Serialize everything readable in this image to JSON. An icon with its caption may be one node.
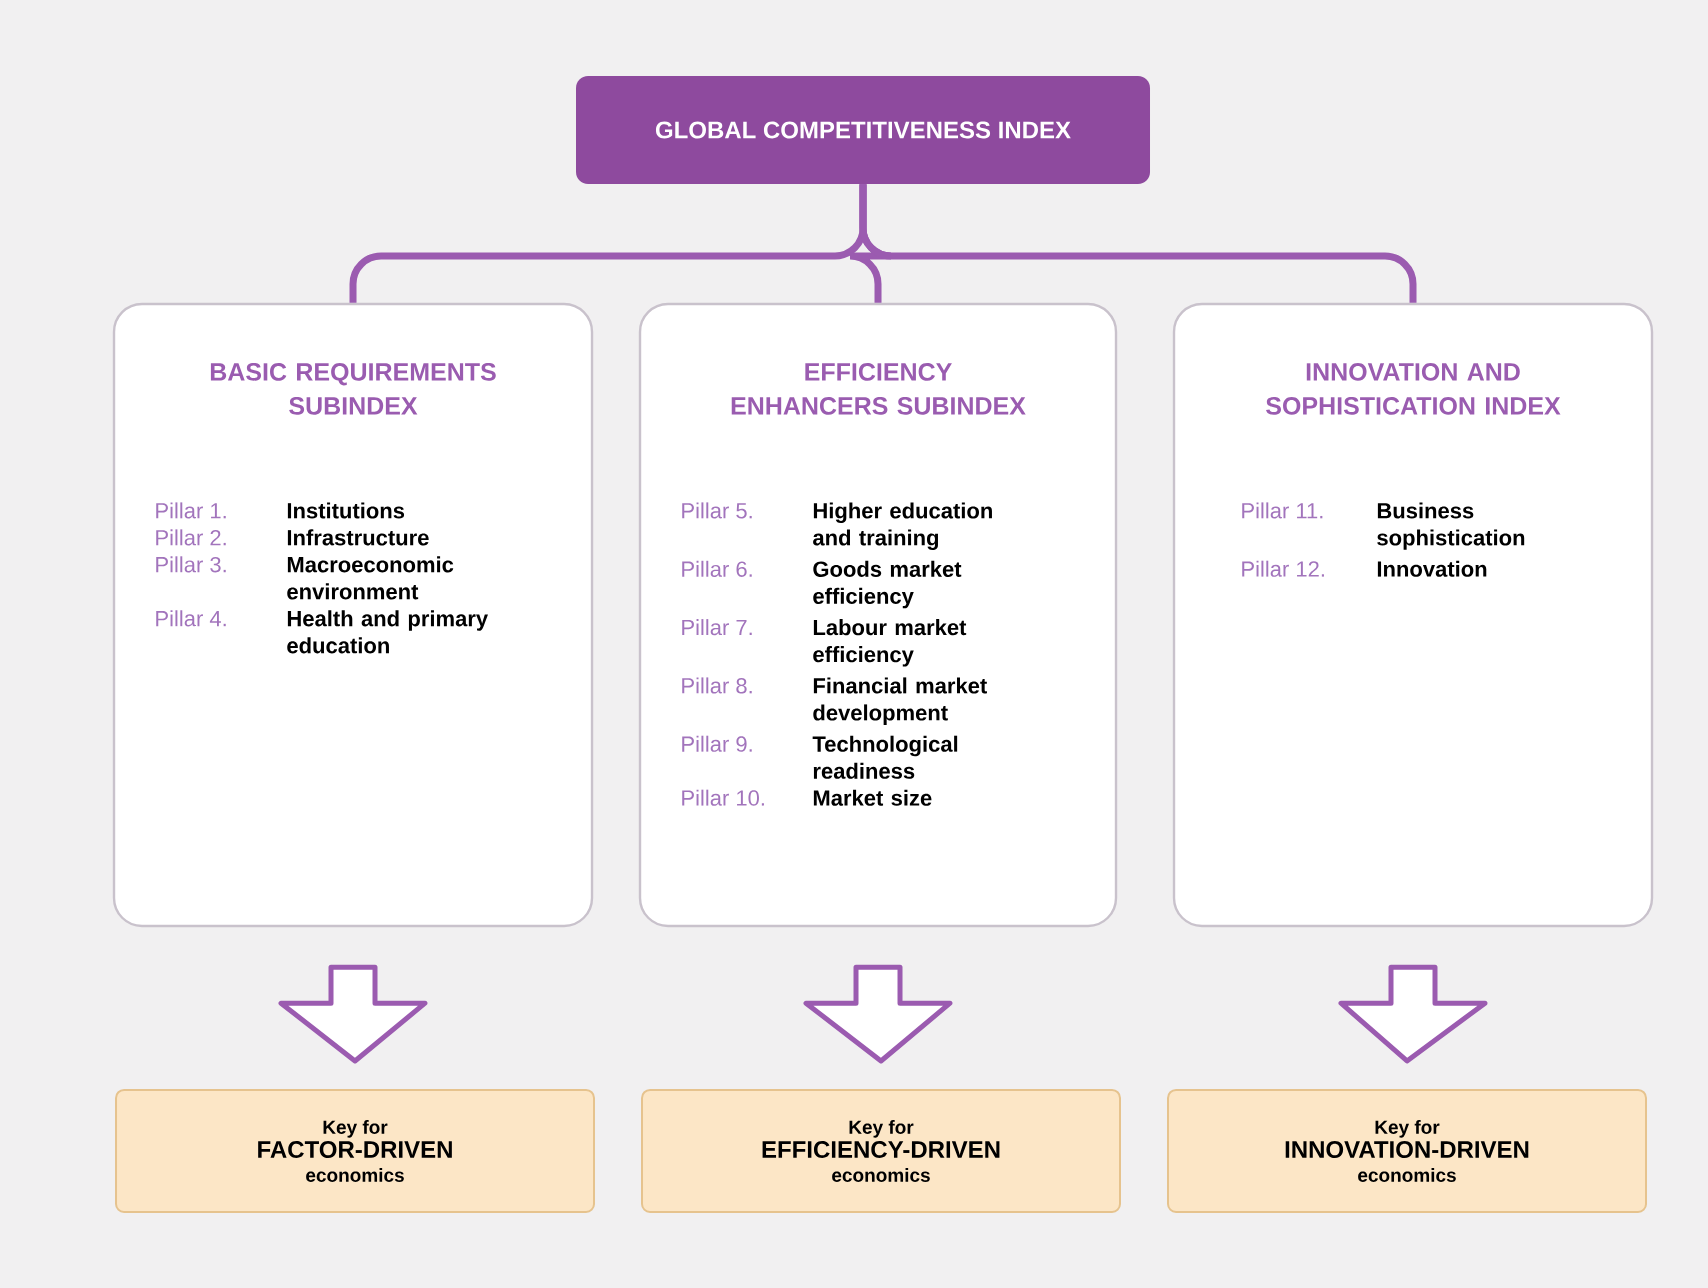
{
  "diagram": {
    "nodes": [
      {
        "text": [
          "GLOBAL COMPETITIVENESS INDEX"
        ]
      },
      {
        "text": [
          "BASIC REQUIREMENTS SUBINDEX",
          "Pillar 1.",
          "Institutions",
          "Pillar 2.",
          "Infrastructure",
          "Pillar 3.",
          "Macroeconomic environment",
          "Pillar 4.",
          "Health and primary education"
        ]
      },
      {
        "text": [
          "EFFICIENCY ENHANCERS SUBINDEX",
          "Pillar 5.",
          "Higher education and training",
          "Pillar 6.",
          "Goods market efficiency",
          "Pillar 7.",
          "Labour market efficiency",
          "Pillar 8.",
          "Financial market development",
          "Pillar 9.",
          "Technological readiness",
          "Pillar 10.",
          "Market size"
        ]
      },
      {
        "text": [
          "INNOVATION AND SOPHISTICATION INDEX",
          "Pillar 11.",
          "Business sophistication",
          "Pillar 12.",
          "Innovation"
        ]
      },
      {
        "text": [
          "Key for",
          "FACTOR-DRIVEN",
          "economics"
        ]
      },
      {
        "text": [
          "Key for",
          "EFFICIENCY-DRIVEN",
          "economics"
        ]
      },
      {
        "text": [
          "Key for",
          "INNOVATION-DRIVEN",
          "economics"
        ]
      }
    ],
    "edges": [
      {
        "from": 0,
        "to": 1,
        "arrow": "none"
      },
      {
        "from": 0,
        "to": 2,
        "arrow": "none"
      },
      {
        "from": 0,
        "to": 3,
        "arrow": "none"
      },
      {
        "from": 1,
        "to": 4,
        "arrow": "to"
      },
      {
        "from": 2,
        "to": 5,
        "arrow": "to"
      },
      {
        "from": 3,
        "to": 6,
        "arrow": "to"
      }
    ]
  }
}
